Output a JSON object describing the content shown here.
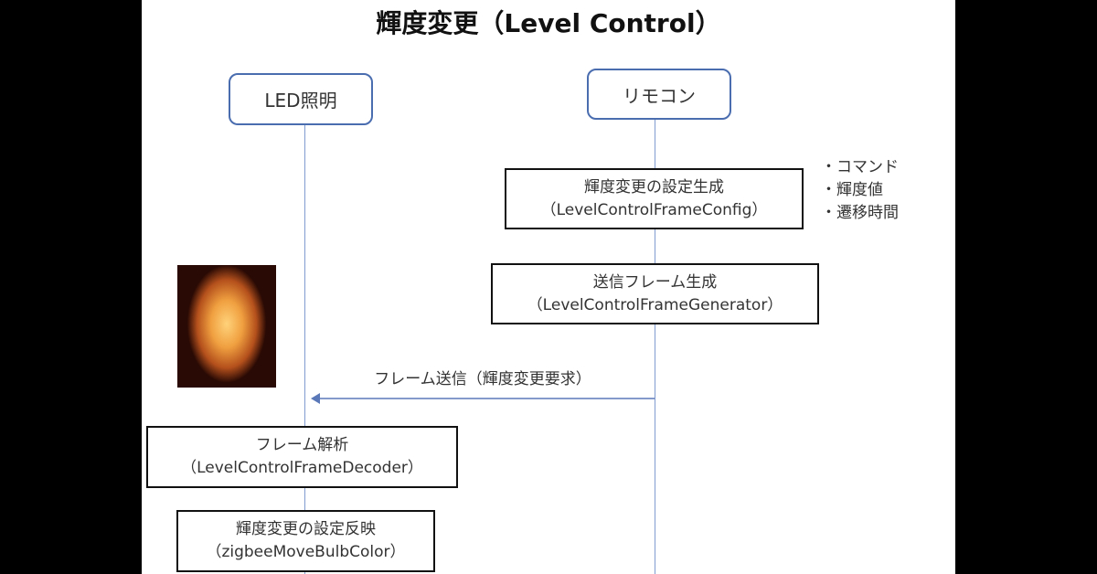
{
  "title": "輝度変更（Level Control）",
  "actors": {
    "led": "LED照明",
    "remote": "リモコン"
  },
  "remote_steps": [
    {
      "line1": "輝度変更の設定生成",
      "line2": "（LevelControlFrameConfig）"
    },
    {
      "line1": "送信フレーム生成",
      "line2": "（LevelControlFrameGenerator）"
    }
  ],
  "config_items": [
    "・コマンド",
    "・輝度値",
    "・遷移時間"
  ],
  "message": "フレーム送信（輝度変更要求）",
  "led_steps": [
    {
      "line1": "フレーム解析",
      "line2": "（LevelControlFrameDecoder）"
    },
    {
      "line1": "輝度変更の設定反映",
      "line2": "（zigbeeMoveBulbColor）"
    }
  ],
  "colors": {
    "actor_border": "#4a6db0",
    "lifeline": "#7f9bcf",
    "arrow": "#5a78b8"
  }
}
